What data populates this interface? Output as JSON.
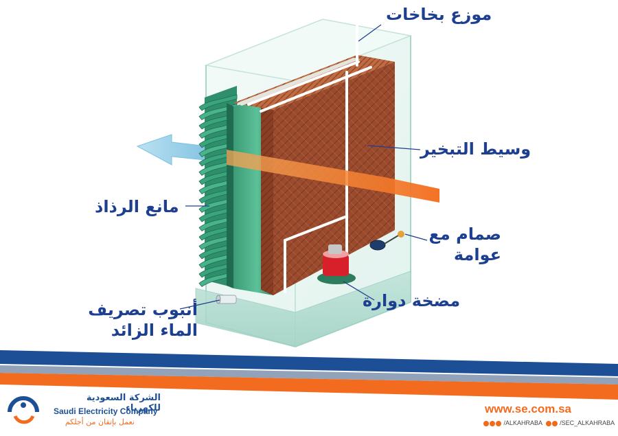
{
  "labels": {
    "distributor": "موزع بخاخات",
    "evaporative_media": "وسيط التبخير",
    "drift_eliminator": "مانع الرذاذ",
    "float_valve_line1": "صمام مع",
    "float_valve_line2": "عوامة",
    "pump": "مضخة دوارة",
    "overflow_line1": "أنبوب تصريف",
    "overflow_line2": "الماء الزائد"
  },
  "footer": {
    "company_ar": "الشركة السعودية للكهرباء",
    "company_en": "Saudi Electricity Company",
    "slogan_ar": "نعمل بإتقان من أجلكم",
    "website": "www.se.com.sa",
    "social_1": "/ALKAHRABA",
    "social_2": "/SEC_ALKAHRABA"
  },
  "colors": {
    "label_text": "#1d3f8f",
    "brand_blue": "#1d4f96",
    "brand_orange": "#f06a1e",
    "media_brown": "#9a4a2c",
    "housing_green": "#d3ede6"
  },
  "icons": [
    "sec-logo-icon",
    "instagram-icon",
    "facebook-icon",
    "youtube-icon",
    "twitter-icon",
    "snapchat-icon"
  ]
}
